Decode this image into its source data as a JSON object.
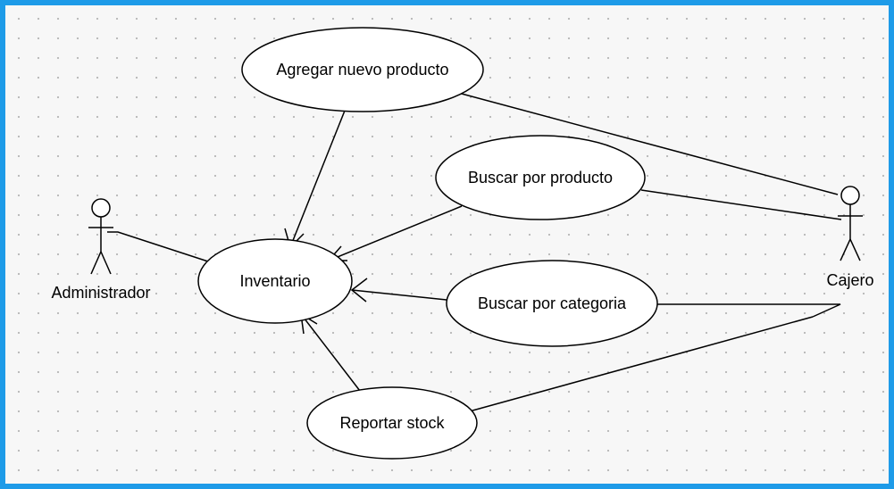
{
  "actors": {
    "administrador": "Administrador",
    "cajero": "Cajero"
  },
  "use_cases": {
    "agregar": "Agregar nuevo producto",
    "buscar_producto": "Buscar por producto",
    "inventario": "Inventario",
    "buscar_categoria": "Buscar por categoria",
    "reportar": "Reportar stock"
  },
  "colors": {
    "frame_border": "#1e9be8",
    "canvas_background": "#f7f7f7",
    "grid_dots": "#b9b9b9",
    "lines": "#000000"
  }
}
